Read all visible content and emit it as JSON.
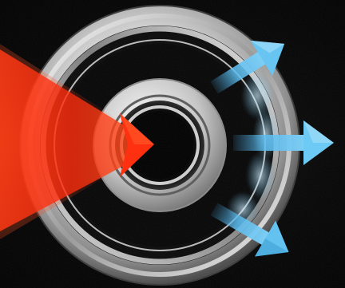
{
  "image": {
    "kind": "illustration",
    "background_color": "#000000",
    "palette": {
      "ring_light": "#f2f2f2",
      "ring_mid": "#b8b8b8",
      "ring_dark": "#5a5a5a",
      "heat_arrow": "#ff2a10",
      "heat_glow": "#ff6a2a",
      "cool_arrow": "#59c3f0",
      "cool_light": "#b8e6fb"
    },
    "icons": [
      "concentric-rings-icon",
      "red-inflow-arrow-icon",
      "blue-outflow-arrow-icon"
    ],
    "outflow_arrow_count": 3,
    "inflow_arrow_count": 1
  }
}
